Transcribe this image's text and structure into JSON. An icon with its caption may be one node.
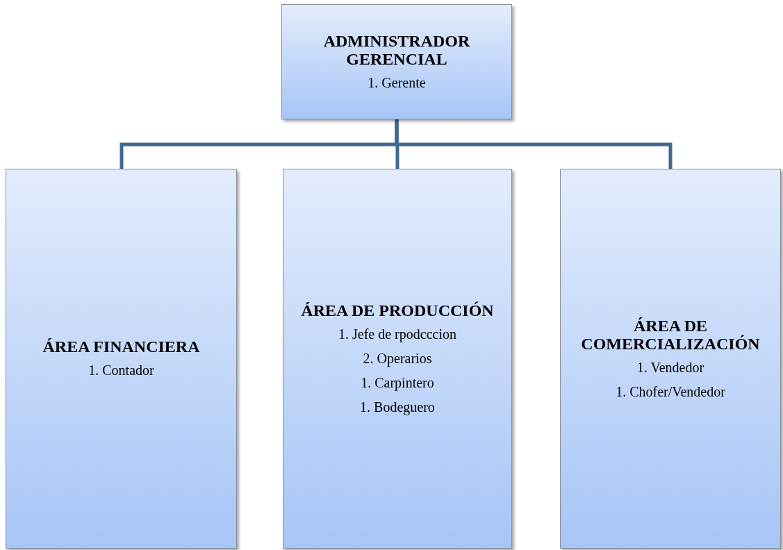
{
  "diagram": {
    "nodes": [
      {
        "text": [
          "ADMINISTRADOR GERENCIAL",
          "1. Gerente"
        ]
      },
      {
        "text": [
          "ÁREA FINANCIERA",
          "1. Contador"
        ]
      },
      {
        "text": [
          "ÁREA DE PRODUCCIÓN",
          "1. Jefe de rpodcccion",
          "2. Operarios",
          "1. Carpintero",
          "1. Bodeguero"
        ]
      },
      {
        "text": [
          "ÁREA DE COMERCIALIZACIÓN",
          "1. Vendedor",
          "1. Chofer/Vendedor"
        ]
      }
    ],
    "edges": [
      {
        "from": 0,
        "to": 1,
        "arrow": "none"
      },
      {
        "from": 0,
        "to": 2,
        "arrow": "none"
      },
      {
        "from": 0,
        "to": 3,
        "arrow": "none"
      }
    ]
  }
}
